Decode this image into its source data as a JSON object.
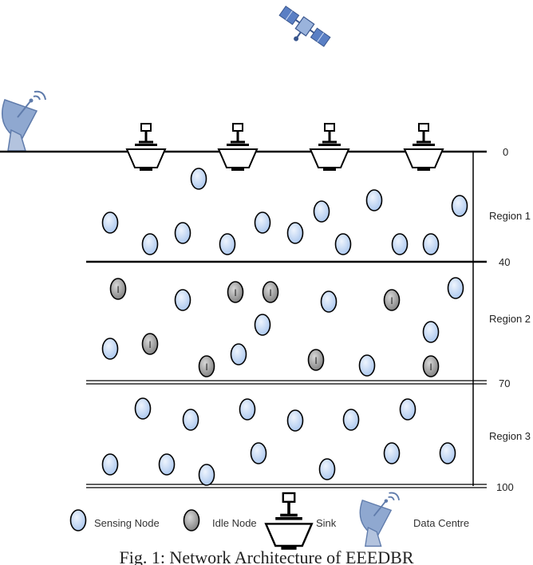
{
  "depth_labels": [
    "0",
    "40",
    "70",
    "100"
  ],
  "region_labels": [
    "Region 1",
    "Region 2",
    "Region 3"
  ],
  "node_idle_mark": "I",
  "legend": {
    "sensing": "Sensing Node",
    "idle": "Idle Node",
    "sink": "Sink",
    "data_centre": "Data Centre"
  },
  "caption": "Fig. 1: Network Architecture of EEEDBR",
  "colors": {
    "sensing_fill": "#c9dcf5",
    "idle_fill": "#a8a8a8",
    "satellite": "#5a7fc4",
    "dish": "#8aa4cc"
  }
}
